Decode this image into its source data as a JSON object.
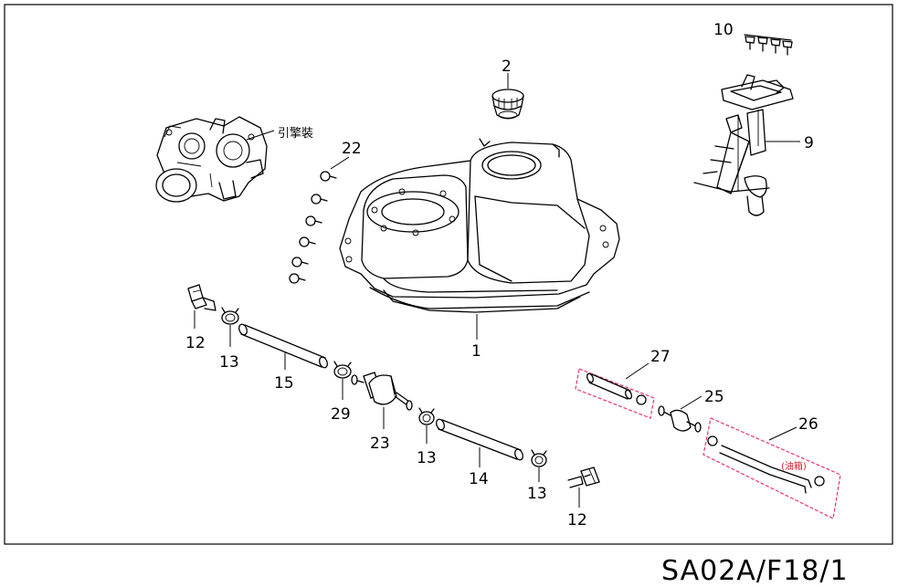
{
  "callouts": {
    "p1": "1",
    "p2": "2",
    "p9": "9",
    "p10": "10",
    "p12a": "12",
    "p12b": "12",
    "p13a": "13",
    "p13b": "13",
    "p13c": "13",
    "p14": "14",
    "p15": "15",
    "p22": "22",
    "p23": "23",
    "p25": "25",
    "p26": "26",
    "p27": "27",
    "p29": "29"
  },
  "notes": {
    "engine_label": "引擎裝",
    "tank_label": "(油箱)"
  },
  "diagram_code": "SA02A/F18/1",
  "colors": {
    "line": "#000000",
    "highlight": "#e7356e",
    "note_red": "#d9202a"
  }
}
